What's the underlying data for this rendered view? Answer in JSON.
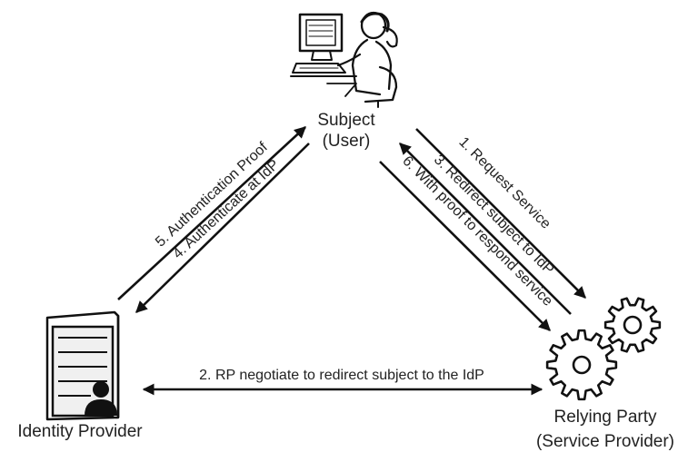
{
  "nodes": {
    "subject": {
      "line1": "Subject",
      "line2": "(User)",
      "icon": "user-at-computer-icon"
    },
    "identity_provider": {
      "label": "Identity Provider",
      "icon": "server-tower-icon"
    },
    "relying_party": {
      "line1": "Relying Party",
      "line2": "(Service Provider)",
      "icon": "gears-icon"
    }
  },
  "edges": {
    "step1": "1. Request Service",
    "step2": "2. RP negotiate to redirect subject to the IdP",
    "step3": "3. Redirect subject to IdP",
    "step4": "4. Authenticate at IdP",
    "step5": "5. Authentication Proof",
    "step6": "6. With proof to respond service"
  }
}
